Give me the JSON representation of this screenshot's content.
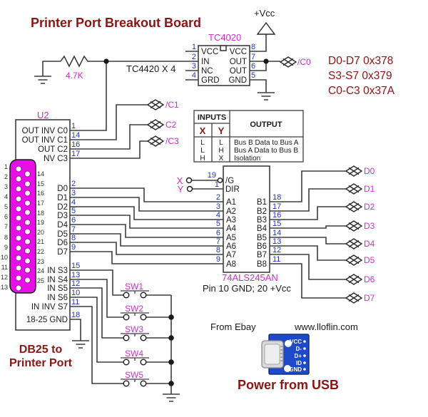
{
  "title": "Printer Port Breakout Board",
  "top": {
    "vcc": "+Vcc",
    "chip_label": "TC4020",
    "driver_note": "TC4420 X 4",
    "resistor": "4.7K",
    "addresses": [
      "D0-D7 0x378",
      "S3-S7 0x379",
      "C0-C3 0x37A"
    ]
  },
  "tc4020": {
    "left": [
      {
        "n": "1",
        "t": "VCC"
      },
      {
        "n": "2",
        "t": "IN"
      },
      {
        "n": "3",
        "t": "NC"
      },
      {
        "n": "4",
        "t": "GRD"
      }
    ],
    "right": [
      {
        "n": "8",
        "t": "VCC"
      },
      {
        "n": "7",
        "t": "OUT"
      },
      {
        "n": "6",
        "t": "OUT"
      },
      {
        "n": "5",
        "t": "GND"
      }
    ]
  },
  "pads": {
    "c0": "/C0",
    "c1": "/C1",
    "c2": "C2",
    "c3": "/C3",
    "d": [
      "D0",
      "D1",
      "D2",
      "D3",
      "D4",
      "D5",
      "D6",
      "D7"
    ]
  },
  "u2": {
    "label": "U2",
    "pins": [
      {
        "n": "1",
        "t": "OUT INV C0"
      },
      {
        "n": "14",
        "t": "OUT INV C1"
      },
      {
        "n": "16",
        "t": "OUT C2"
      },
      {
        "n": "17",
        "t": "NV C3"
      },
      {
        "n": "2",
        "t": "D0"
      },
      {
        "n": "3",
        "t": "D1"
      },
      {
        "n": "4",
        "t": "D2"
      },
      {
        "n": "5",
        "t": "D3"
      },
      {
        "n": "6",
        "t": "D4"
      },
      {
        "n": "7",
        "t": "D5"
      },
      {
        "n": "8",
        "t": "D6"
      },
      {
        "n": "9",
        "t": "D7"
      },
      {
        "n": "15",
        "t": "IN S3"
      },
      {
        "n": "13",
        "t": "IN S4"
      },
      {
        "n": "12",
        "t": "IN S5"
      },
      {
        "n": "10",
        "t": "IN S6"
      },
      {
        "n": "11",
        "t": "IN INV S7"
      },
      {
        "n": "18",
        "t": "18-25 GND"
      }
    ]
  },
  "db25": {
    "caption1": "DB25 to",
    "caption2": "Printer Port",
    "left": [
      "1",
      "2",
      "3",
      "4",
      "5",
      "6",
      "7",
      "8",
      "9",
      "10",
      "11",
      "12",
      "13"
    ],
    "right": [
      "14",
      "15",
      "16",
      "17",
      "18",
      "19",
      "20",
      "21",
      "22",
      "23",
      "24",
      "25"
    ]
  },
  "table": {
    "inputs": "INPUTS",
    "output": "OUTPUT",
    "x": "X",
    "y": "Y",
    "rows": [
      {
        "x": "L",
        "y": "L",
        "out": "Bus B Data to Bus A"
      },
      {
        "x": "L",
        "y": "H",
        "out": "Bus A Data to Bus B"
      },
      {
        "x": "H",
        "y": "X",
        "out": "Isolation"
      }
    ]
  },
  "buffer": {
    "label": "74ALS245AN",
    "note": "Pin 10 GND; 20 +Vcc",
    "x": "X",
    "y": "Y",
    "g": {
      "n": "19",
      "t": "/G"
    },
    "dir": {
      "n": "1",
      "t": "DIR"
    },
    "a": [
      {
        "n": "2",
        "t": "A1"
      },
      {
        "n": "3",
        "t": "A2"
      },
      {
        "n": "4",
        "t": "A3"
      },
      {
        "n": "5",
        "t": "A4"
      },
      {
        "n": "6",
        "t": "A5"
      },
      {
        "n": "7",
        "t": "A6"
      },
      {
        "n": "8",
        "t": "A7"
      },
      {
        "n": "9",
        "t": "A8"
      }
    ],
    "b": [
      {
        "n": "18",
        "t": "B1"
      },
      {
        "n": "17",
        "t": "B2"
      },
      {
        "n": "16",
        "t": "B3"
      },
      {
        "n": "15",
        "t": "B4"
      },
      {
        "n": "14",
        "t": "B5"
      },
      {
        "n": "13",
        "t": "B6"
      },
      {
        "n": "12",
        "t": "B7"
      },
      {
        "n": "11",
        "t": "B8"
      }
    ]
  },
  "switches": [
    "SW1",
    "SW2",
    "SW3",
    "SW4",
    "SW5"
  ],
  "bottom": {
    "from_ebay": "From Ebay",
    "website": "www.lloflin.com",
    "usb_caption": "Power from USB",
    "usb_pins": [
      "VCC",
      "D-",
      "D+",
      "ID",
      "GND"
    ]
  }
}
